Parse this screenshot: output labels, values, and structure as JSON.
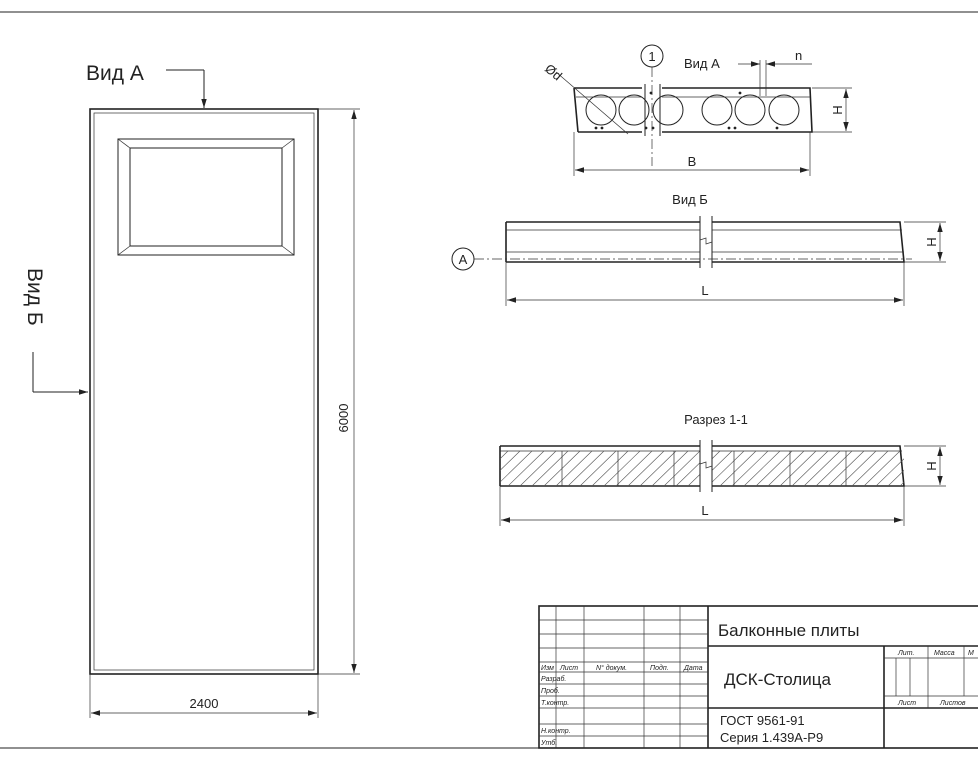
{
  "view_a": {
    "label": "Вид А"
  },
  "view_b": {
    "label": "Вид Б"
  },
  "plan": {
    "height_dim": "6000",
    "width_dim": "2400"
  },
  "section_view_a": {
    "callout": "1",
    "label": "Вид А",
    "dim_n": "n",
    "dim_d": "Ød",
    "dim_h": "H",
    "dim_b": "B"
  },
  "section_view_b": {
    "label": "Вид Б",
    "callout": "А",
    "dim_h": "H",
    "dim_l": "L"
  },
  "section_1_1": {
    "label": "Разрез 1-1",
    "dim_h": "H",
    "dim_l": "L"
  },
  "title_block": {
    "title": "Балконные плиты",
    "organization": "ДСК-Столица",
    "standard": "ГОСТ 9561-91",
    "series": "Серия 1.439А-Р9",
    "col_headers": [
      "Изм",
      "Лист",
      "N° докум.",
      "Подп.",
      "Дата"
    ],
    "row_labels": [
      "Разраб.",
      "Проб.",
      "Т.контр.",
      "Н.контр.",
      "Утб."
    ],
    "lit_label": "Лит.",
    "mass_label": "Масса",
    "scale_label": "М",
    "sheet_label": "Лист",
    "sheets_label": "Листов"
  }
}
